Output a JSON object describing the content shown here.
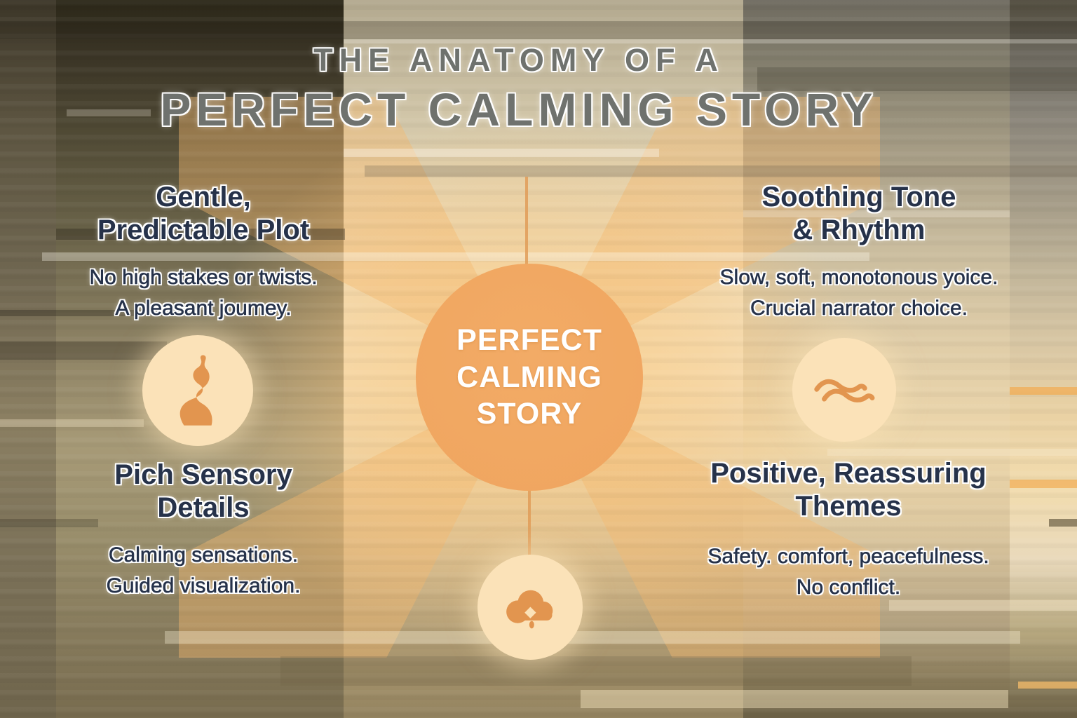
{
  "title": {
    "kicker": "THE ANATOMY OF A",
    "main": "PERFECT CALMING STORY"
  },
  "hub": {
    "lines": [
      "PERFECT",
      "CALMING",
      "STORY"
    ]
  },
  "sections": {
    "top_left": {
      "heading": "Gentle,\nPredictable Plot",
      "body": "No high stakes or twists.\nA pleasant joumey."
    },
    "top_right": {
      "heading": "Soothing Tone\n& Rhythm",
      "body": "Slow, soft, monotonous yoice.\nCrucial narrator choice."
    },
    "bottom_left": {
      "heading": "Pich Sensory\nDetails",
      "body": "Calming sensations.\nGuided visualization."
    },
    "bottom_right": {
      "heading": "Positive, Reassuring\nThemes",
      "body": "Safety. comfort, peacefulness.\nNo conflict."
    }
  },
  "icons": {
    "winding_path": "winding-path-icon",
    "waves": "waves-icon",
    "cloud": "cloud-icon"
  },
  "colors": {
    "hub-orange": "#F0A55F",
    "icon-orange": "#E2954F",
    "icon-bg": "#FBE2B8",
    "heading-navy": "#26324A",
    "title-gray": "#6F726E",
    "hub-text": "#FFFFFF",
    "ray-orange": "#F4B86E"
  }
}
